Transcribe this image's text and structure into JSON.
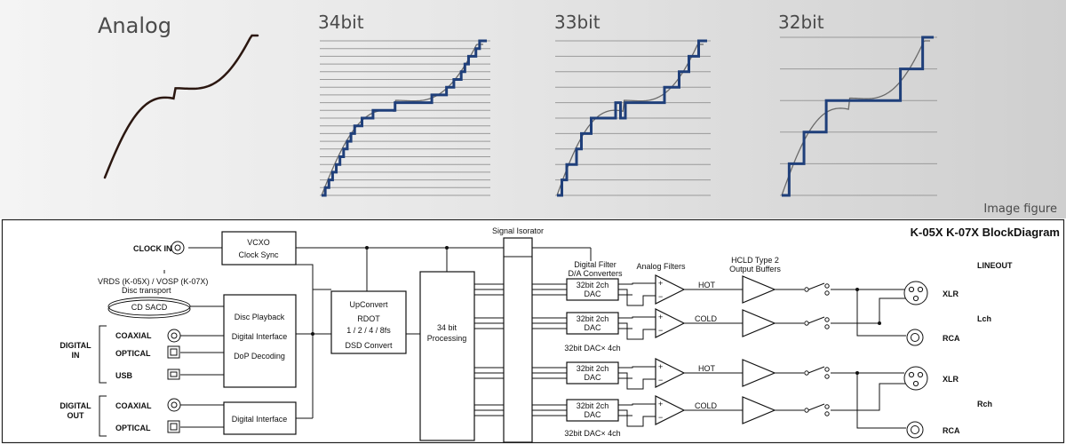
{
  "top": {
    "panels": [
      {
        "title": "Analog"
      },
      {
        "title": "34bit"
      },
      {
        "title": "33bit"
      },
      {
        "title": "32bit"
      }
    ],
    "caption": "Image figure"
  },
  "diagram": {
    "title": "K-05X K-07X BlockDiagram",
    "clock_in": "CLOCK IN",
    "vcxo_line1": "VCXO",
    "vcxo_line2": "Clock Sync",
    "transport_line1": "VRDS (K-05X) / VOSP (K-07X)",
    "transport_line2": "Disc transport",
    "disc_label": "CD SACD",
    "digital_in_line1": "DIGITAL",
    "digital_in_line2": "IN",
    "digital_out_line1": "DIGITAL",
    "digital_out_line2": "OUT",
    "coaxial": "COAXIAL",
    "optical": "OPTICAL",
    "usb": "USB",
    "disc_playback": "Disc Playback",
    "digital_interface": "Digital Interface",
    "dop_decoding": "DoP Decoding",
    "digital_interface_out": "Digital Interface",
    "upconvert_line1": "UpConvert",
    "upconvert_line2": "RDOT",
    "upconvert_line3": "1 / 2 / 4 / 8fs",
    "upconvert_line4": "DSD Convert",
    "processing_line1": "34 bit",
    "processing_line2": "Processing",
    "signal_isolator": "Signal Isorator",
    "digital_filter_line1": "Digital Filter",
    "digital_filter_line2": "D/A Converters",
    "analog_filters": "Analog Filters",
    "hcld_line1": "HCLD Type 2",
    "hcld_line2": "Output Buffers",
    "dac_line1": "32bit 2ch",
    "dac_line2": "DAC",
    "dac_count": "32bit DAC× 4ch",
    "hot": "HOT",
    "cold": "COLD",
    "lineout": "LINEOUT",
    "lch": "Lch",
    "rch": "Rch",
    "xlr": "XLR",
    "rca": "RCA",
    "plus": "+",
    "minus": "−"
  }
}
